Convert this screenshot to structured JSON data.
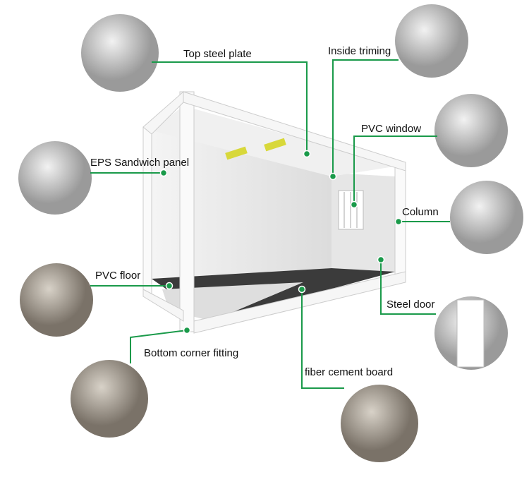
{
  "title": "Flat pack container house components",
  "accent_color": "#1a9a4a",
  "labels": {
    "top_steel_plate": "Top steel plate",
    "inside_triming": "Inside triming",
    "pvc_window": "PVC window",
    "eps_sandwich_panel": "EPS Sandwich panel",
    "column": "Column",
    "pvc_floor": "PVC floor",
    "steel_door": "Steel door",
    "bottom_corner_fitting": "Bottom corner fitting",
    "fiber_cement_board": "fiber cement board"
  }
}
